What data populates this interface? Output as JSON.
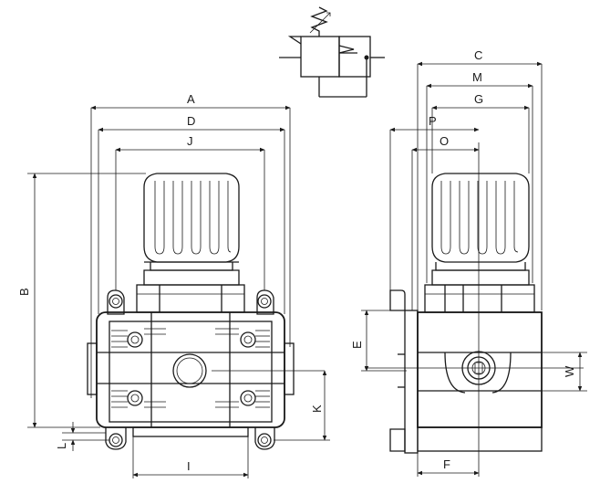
{
  "dimension_labels": {
    "A": "A",
    "B": "B",
    "C": "C",
    "D": "D",
    "E": "E",
    "F": "F",
    "G": "G",
    "I": "I",
    "J": "J",
    "K": "K",
    "L": "L",
    "M": "M",
    "O": "O",
    "P": "P",
    "W": "W"
  },
  "views": [
    "front-view",
    "side-view",
    "pneumatic-symbol"
  ]
}
